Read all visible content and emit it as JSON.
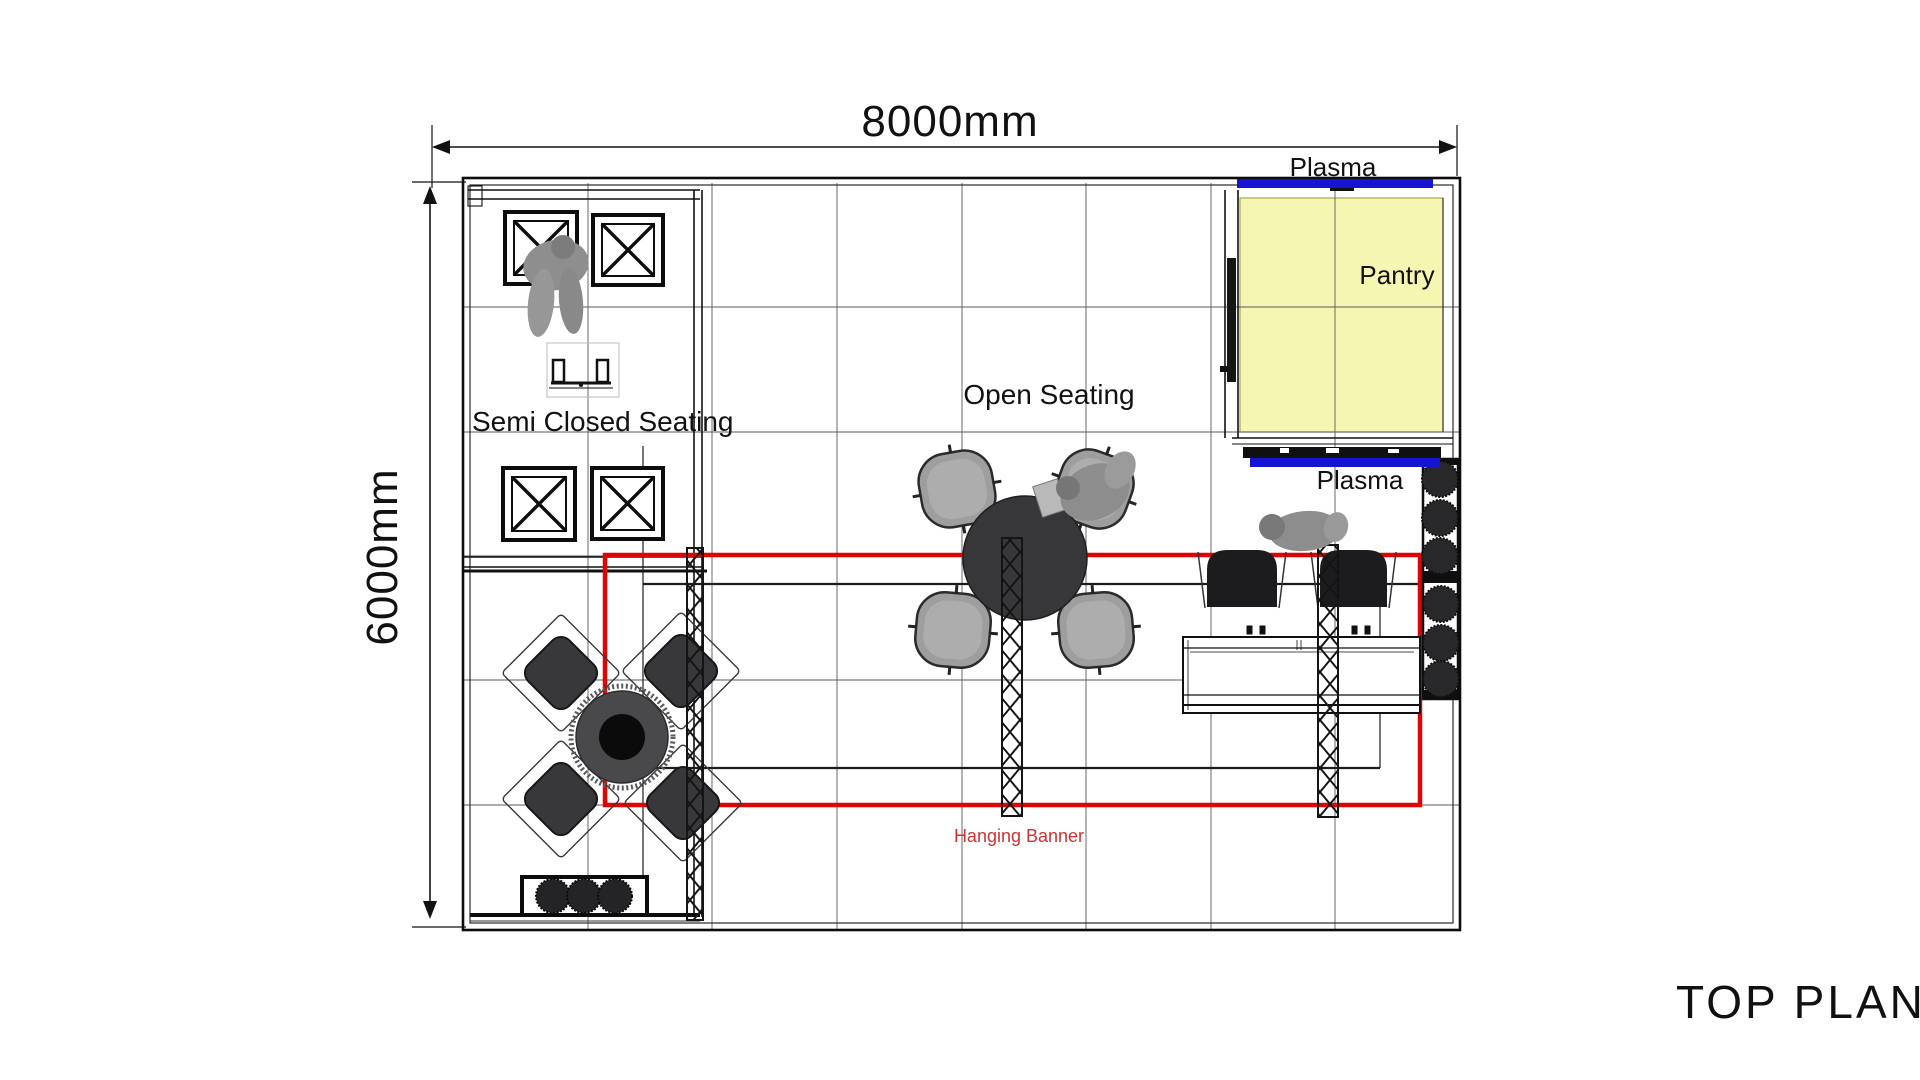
{
  "page": {
    "background": "#ffffff"
  },
  "title": {
    "label": "TOP PLAN"
  },
  "dimensions": {
    "width": "8000mm",
    "height": "6000mm"
  },
  "labels": {
    "plasma_top": "Plasma",
    "plasma_side": "Plasma",
    "pantry": "Pantry",
    "semi_closed_seating": "Semi Closed Seating",
    "open_seating": "Open Seating",
    "hanging_banner": "Hanging Banner"
  },
  "colors": {
    "banner_outline": "#dd0606",
    "banner_label": "#cd3333",
    "plasma_screen": "#1414d2",
    "pantry_fill": "#f6f6b3",
    "pantry_edge": "#a8a855",
    "drawing_line": "#111111"
  },
  "furniture": {
    "semi_closed_cross_tables": 4,
    "open_seating_round_table": 1,
    "open_seating_chairs": 4,
    "lounge_round_table": 1,
    "lounge_chairs": 4,
    "bench_planters": 3,
    "bar_stools": 2,
    "side_round_stools": 6,
    "truss_columns": 3,
    "people": 3
  }
}
